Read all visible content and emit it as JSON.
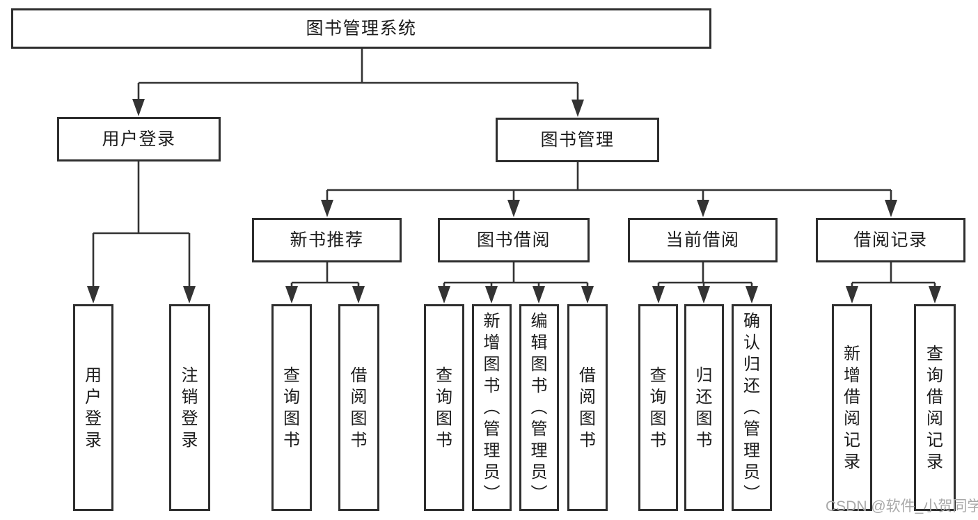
{
  "diagram_title": "图书管理系统",
  "nodes": {
    "root": "图书管理系统",
    "user_login": "用户登录",
    "book_mgmt": "图书管理",
    "new_book": "新书推荐",
    "book_borrow": "图书借阅",
    "current_borrow": "当前借阅",
    "borrow_record": "借阅记录",
    "leaf_user_login": "用户登录",
    "leaf_logout": "注销登录",
    "leaf_query_book_1": "查询图书",
    "leaf_borrow_book_1": "借阅图书",
    "leaf_query_book_2": "查询图书",
    "leaf_add_book": "新增图书（管理员）",
    "leaf_edit_book": "编辑图书（管理员）",
    "leaf_borrow_book_2": "借阅图书",
    "leaf_query_book_3": "查询图书",
    "leaf_return_book": "归还图书",
    "leaf_confirm_return": "确认归还（管理员）",
    "leaf_add_record": "新增借阅记录",
    "leaf_query_record": "查询借阅记录"
  },
  "watermark": {
    "text": "CSDN @软件_小贺同学",
    "color": "#a8a8a8"
  },
  "colors": {
    "background": "#ffffff",
    "box_border": "#2e2e2e",
    "box_fill": "#ffffff",
    "connector": "#333333",
    "text": "#1c1c1c"
  }
}
